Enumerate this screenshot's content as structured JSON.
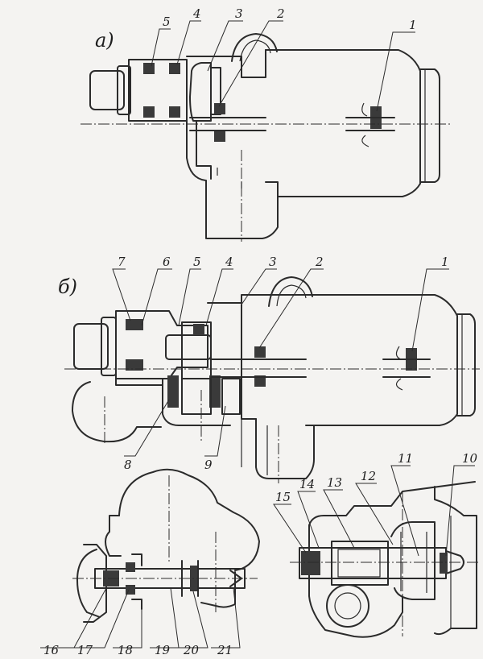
{
  "views": {
    "a": {
      "label": "а)",
      "callouts": [
        "1",
        "2",
        "3",
        "4",
        "5"
      ]
    },
    "b": {
      "label": "б)",
      "callouts": [
        "1",
        "2",
        "3",
        "4",
        "5",
        "6",
        "7",
        "8",
        "9"
      ]
    },
    "c": {
      "callouts": [
        "16",
        "17",
        "18",
        "19",
        "20",
        "21"
      ]
    },
    "d": {
      "callouts": [
        "10",
        "11",
        "12",
        "13",
        "14",
        "15"
      ]
    }
  },
  "colors": {
    "ink": "#2b2b2b",
    "paper": "#f4f3f1"
  }
}
